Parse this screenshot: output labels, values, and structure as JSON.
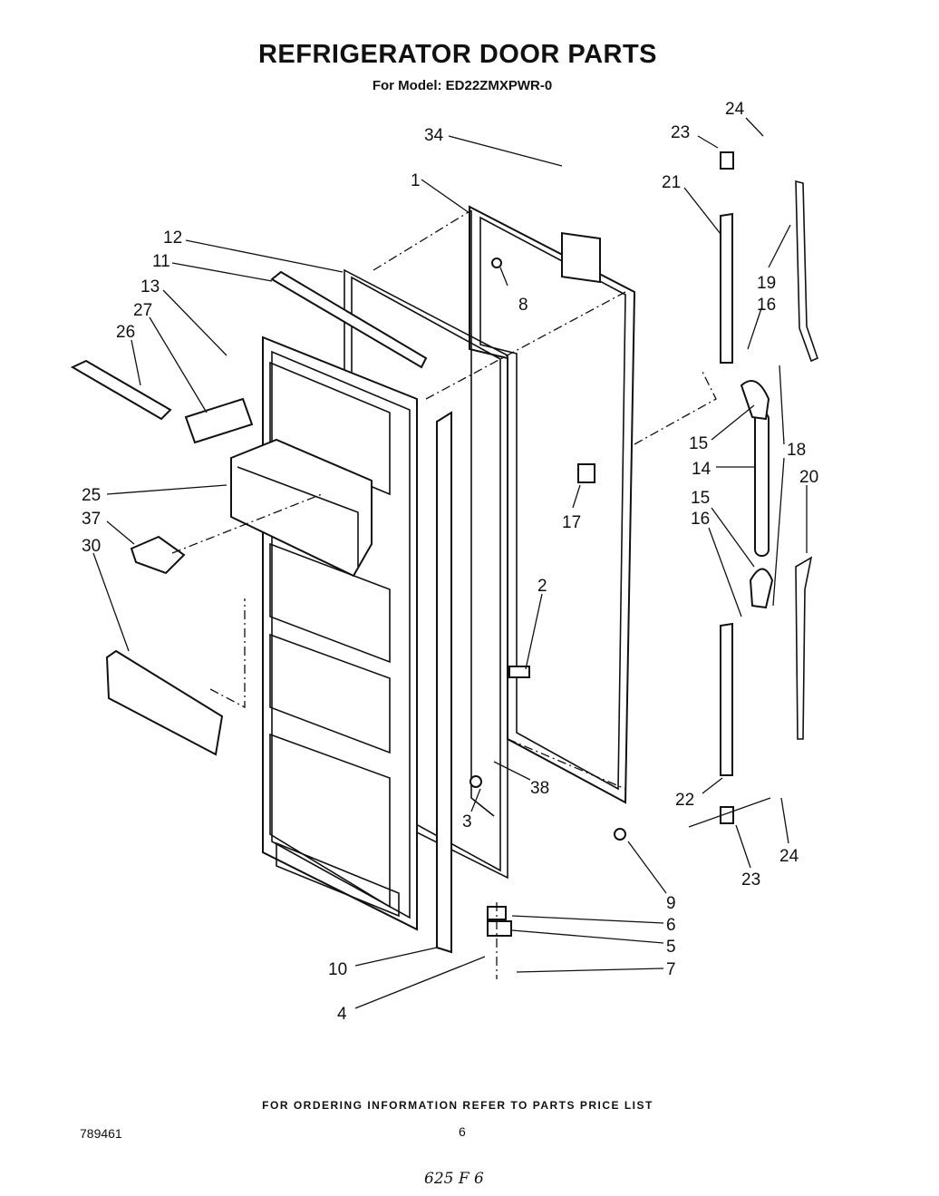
{
  "header": {
    "title": "REFRIGERATOR DOOR PARTS",
    "model": "For Model: ED22ZMXPWR-0"
  },
  "callouts": [
    "34",
    "1",
    "8",
    "12",
    "11",
    "13",
    "27",
    "26",
    "25",
    "37",
    "30",
    "24",
    "23",
    "21",
    "19",
    "16",
    "15",
    "14",
    "18",
    "20",
    "17",
    "2",
    "38",
    "3",
    "22",
    "23",
    "24",
    "9",
    "6",
    "5",
    "7",
    "10",
    "4",
    "15",
    "16"
  ],
  "footer": {
    "note": "FOR ORDERING INFORMATION REFER TO PARTS PRICE LIST",
    "doc_number": "789461",
    "page": "6",
    "handwritten": "625 F 6"
  }
}
